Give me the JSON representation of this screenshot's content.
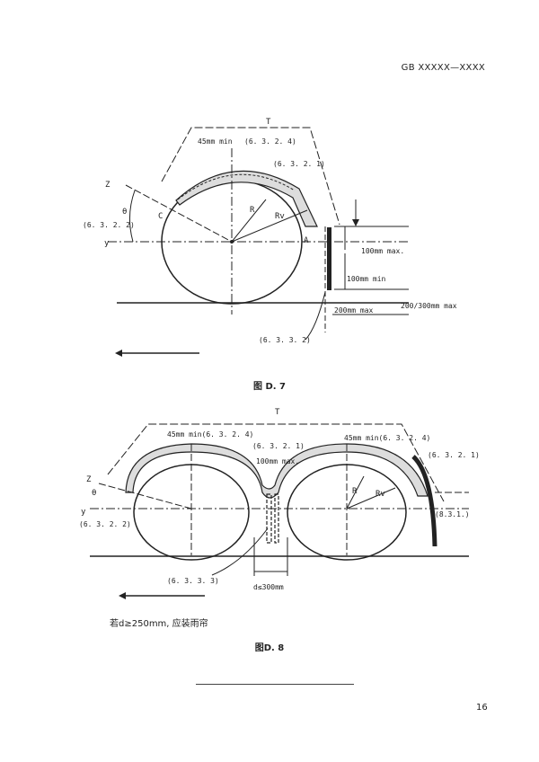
{
  "header": {
    "standard_number": "GB XXXXX—XXXX"
  },
  "figure_d7": {
    "caption": "图 D. 7",
    "labels": {
      "T": "T",
      "min45": "45mm min",
      "ref_6324": "(6. 3. 2. 4)",
      "ref_6321": "(6. 3. 2. 1)",
      "Z": "Z",
      "theta": "θ",
      "ref_6322": "(6. 3. 2. 2)",
      "y": "y",
      "C": "C",
      "R": "R",
      "Rv": "Rv",
      "A": "A",
      "max100": "100mm max.",
      "min100": "100mm min",
      "max200": "200mm max",
      "max200_300": "200/300mm max",
      "ref_6332": "(6. 3. 3. 2)"
    }
  },
  "figure_d8": {
    "caption": "图D. 8",
    "labels": {
      "T": "T",
      "min45_left": "45mm min(6. 3. 2. 4)",
      "ref_6321_left": "(6. 3. 2. 1)",
      "max100": "100mm max.",
      "min45_right": "45mm min(6. 3. 2. 4)",
      "ref_6321_right": "(6. 3. 2. 1)",
      "Z": "Z",
      "theta": "θ",
      "y": "y",
      "ref_6322": "(6. 3. 2. 2)",
      "R": "R",
      "Rv": "Rv",
      "ref_831": "(8.3.1.)",
      "ref_6333": "(6. 3. 3. 3)",
      "d_max": "d≤300mm"
    },
    "note": "若d≥250mm, 应装雨帘"
  },
  "footer": {
    "page_number": "16"
  }
}
